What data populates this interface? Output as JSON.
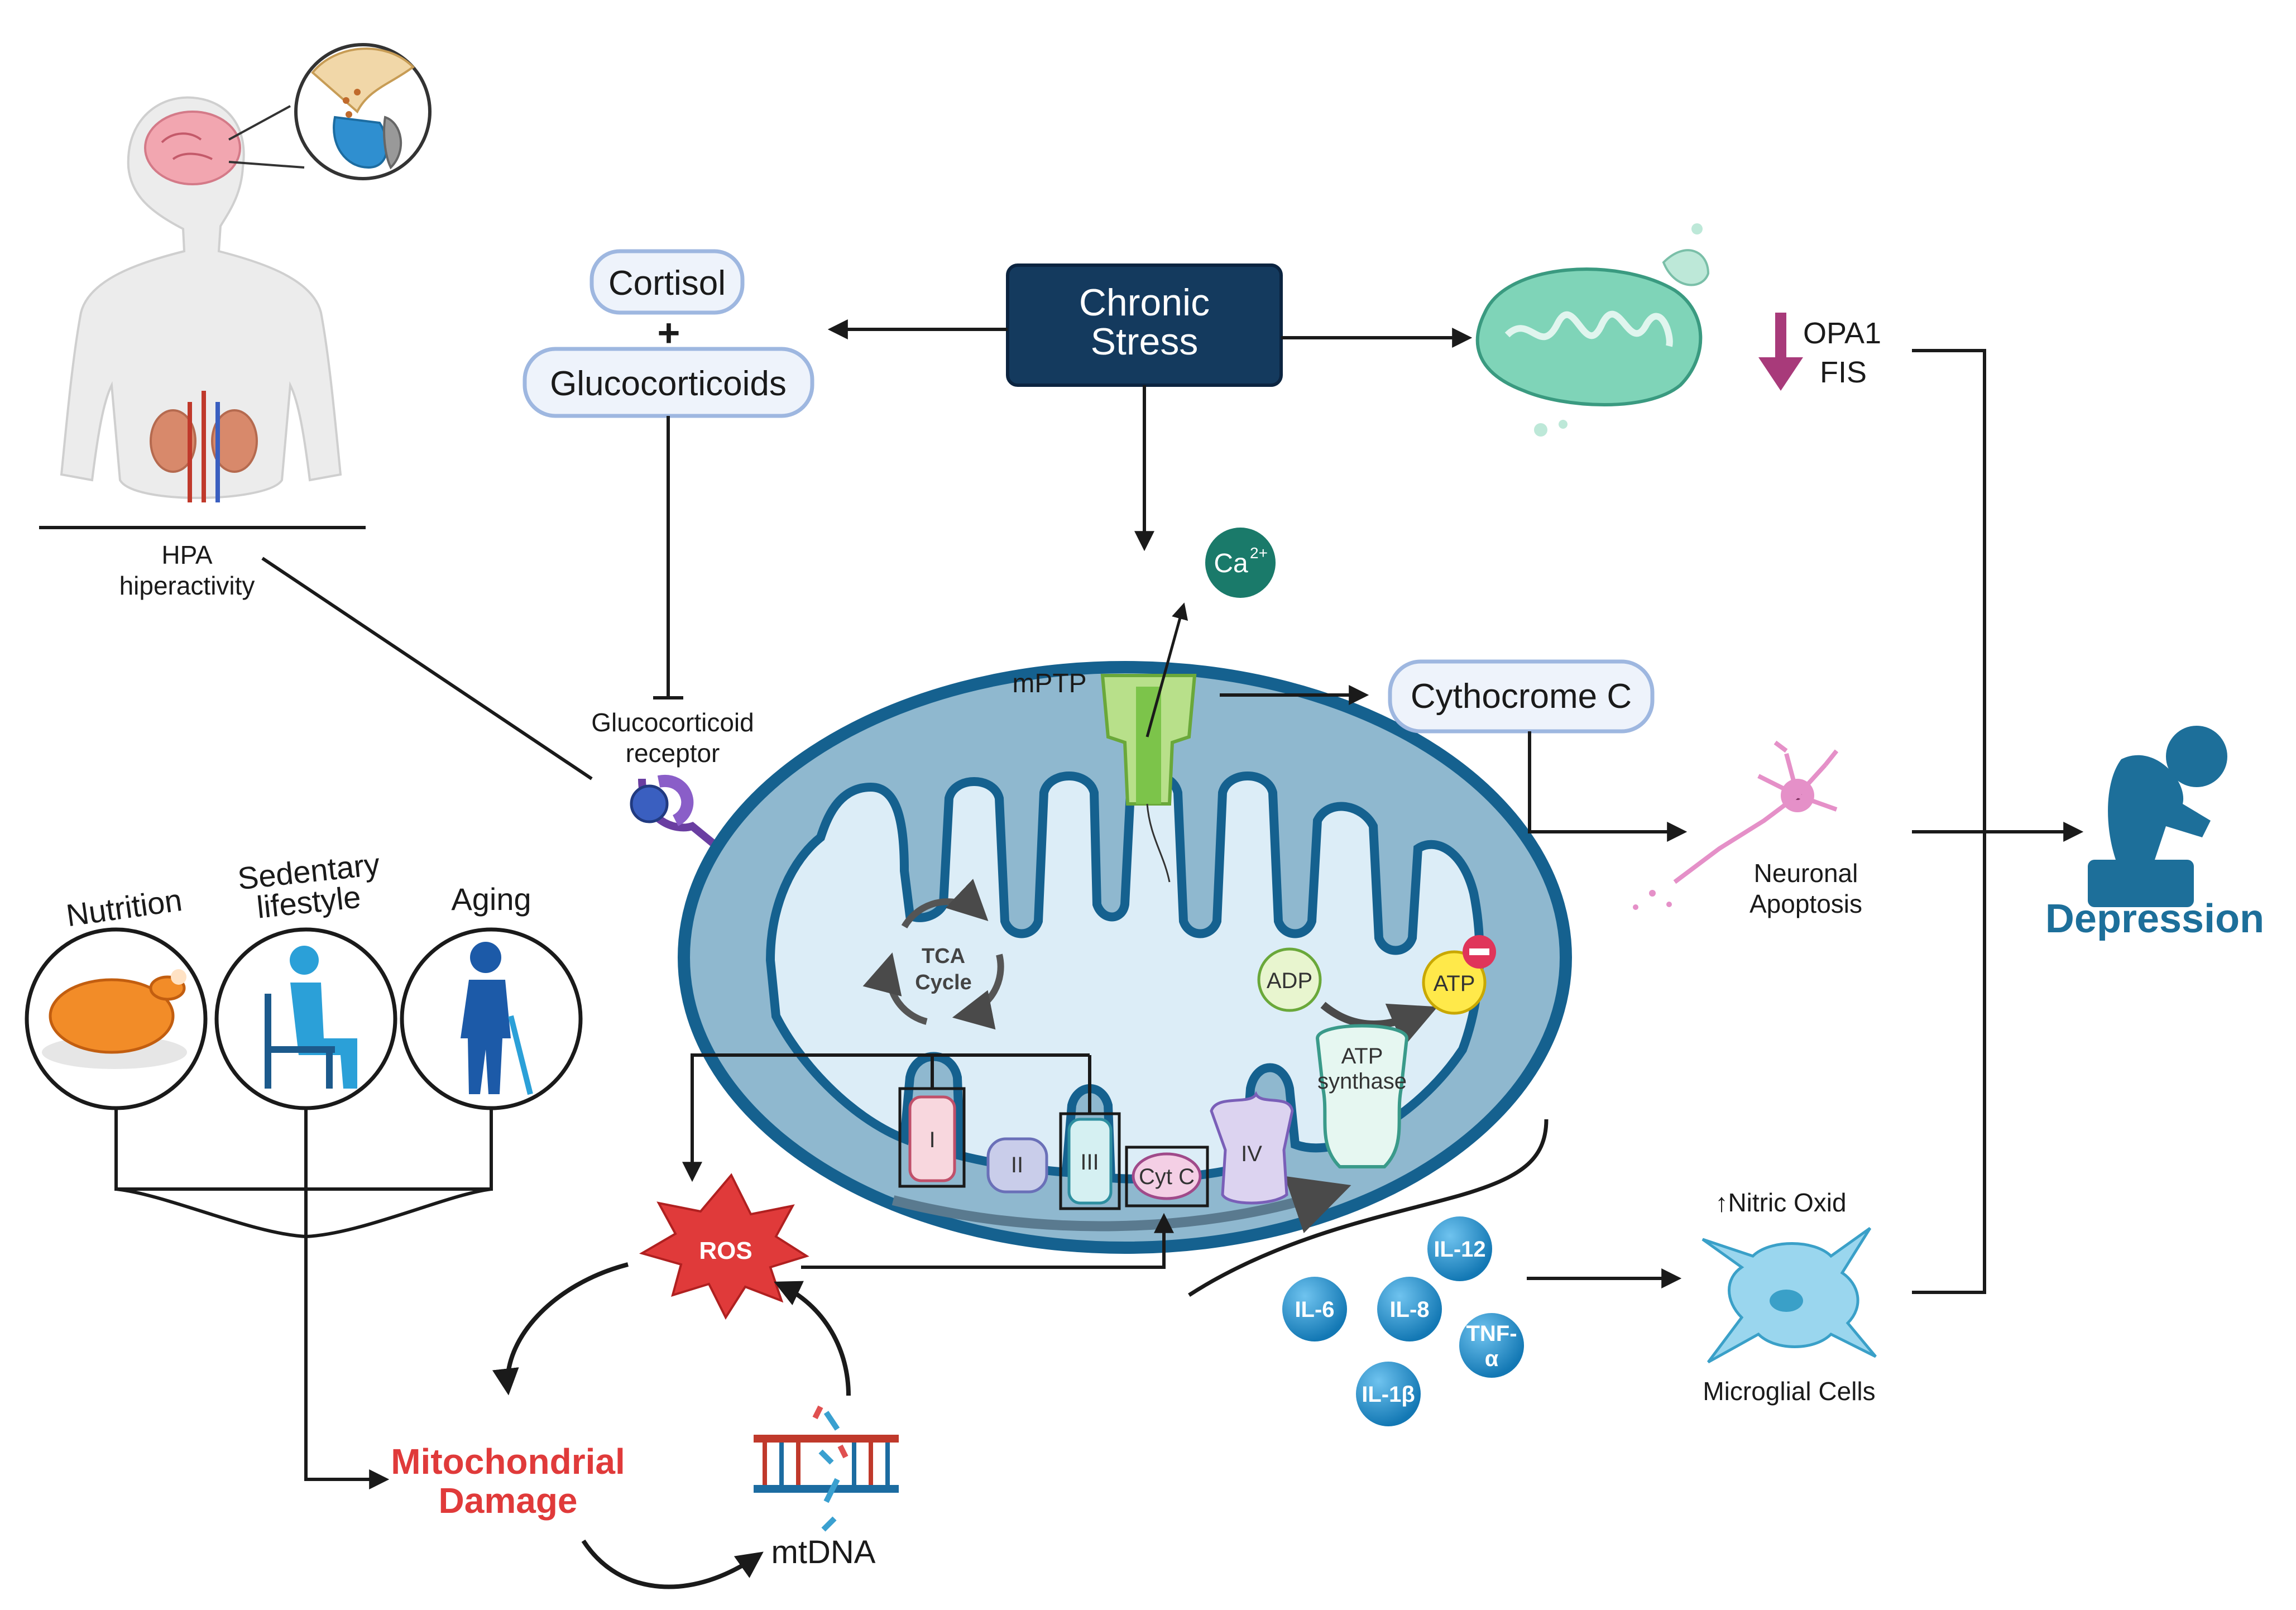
{
  "stress": {
    "title_line1": "Chronic",
    "title_line2": "Stress"
  },
  "hormones": {
    "cortisol": "Cortisol",
    "plus": "+",
    "glucocorticoids": "Glucocorticoids"
  },
  "hpa": {
    "line1": "HPA",
    "line2": "hiperactivity"
  },
  "receptor": {
    "line1": "Glucocorticoid",
    "line2": "receptor"
  },
  "calcium": {
    "symbol": "Ca",
    "charge": "2+"
  },
  "mptp": {
    "label": "mPTP"
  },
  "cytochrome": {
    "label": "Cythocrome C"
  },
  "fission": {
    "line1": "OPA1",
    "line2": "FIS"
  },
  "apoptosis": {
    "line1": "Neuronal",
    "line2": "Apoptosis"
  },
  "depression": {
    "label": "Depression"
  },
  "risk_factors": {
    "nutrition": "Nutrition",
    "sedentary1": "Sedentary",
    "sedentary2": "lifestyle",
    "aging": "Aging"
  },
  "mito": {
    "tca1": "TCA",
    "tca2": "Cycle",
    "adp": "ADP",
    "atp": "ATP",
    "atp_synthase1": "ATP",
    "atp_synthase2": "synthase",
    "complex_i": "I",
    "complex_ii": "II",
    "complex_iii": "III",
    "cytc": "Cyt C",
    "complex_iv": "IV"
  },
  "ros": {
    "label": "ROS"
  },
  "damage": {
    "line1": "Mitochondrial",
    "line2": "Damage"
  },
  "mtdna": {
    "label": "mtDNA"
  },
  "cytokines": {
    "il12": "IL-12",
    "il6": "IL-6",
    "il8": "IL-8",
    "tnf1": "TNF-",
    "tnf2": "α",
    "il1b": "IL-1β"
  },
  "microglia": {
    "nitric": "↑Nitric Oxid",
    "cells": "Microglial Cells"
  },
  "colors": {
    "navy": "#143a5e",
    "pill_border": "#9eb7e0",
    "pill_fill": "#eef3fb",
    "mito_outer": "#15618f",
    "mito_mid": "#8fb8cf",
    "mito_inner": "#dcedf7",
    "red": "#e03a3a",
    "teal": "#1e7d6c",
    "blue": "#1a5f8c",
    "magenta": "#a83a7a"
  }
}
